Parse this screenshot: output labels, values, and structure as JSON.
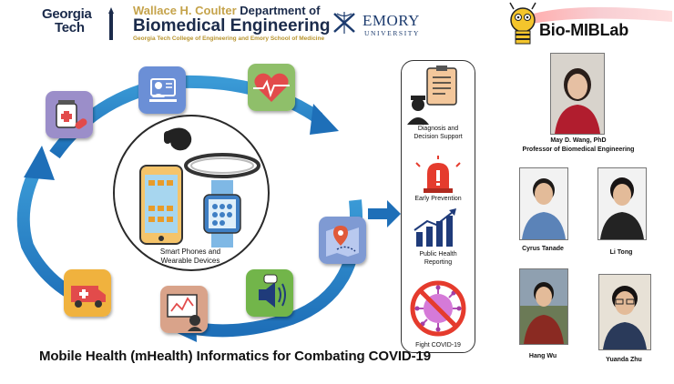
{
  "header": {
    "gt_line1": "Georgia",
    "gt_line2": "Tech",
    "dept_line1_prefix": "Wallace H. Coulter",
    "dept_line1_suffix": "Department of",
    "dept_line2": "Biomedical Engineering",
    "dept_line3": "Georgia Tech College of Engineering and Emory School of Medicine",
    "emory_name": "EMORY",
    "emory_sub": "UNIVERSITY",
    "lab_name": "Bio-MIBLab"
  },
  "diagram": {
    "center_label_line1": "Smart Phones and",
    "center_label_line2": "Wearable Devices",
    "tiles": [
      {
        "name": "medicine-icon",
        "color": "#9b8ec9"
      },
      {
        "name": "telemedicine-icon",
        "color": "#6b8fd6"
      },
      {
        "name": "heart-rate-icon",
        "color": "#8fbf6a"
      },
      {
        "name": "location-icon",
        "color": "#7f9ad3"
      },
      {
        "name": "alert-speaker-icon",
        "color": "#72b54a"
      },
      {
        "name": "monitoring-icon",
        "color": "#d9a38a"
      },
      {
        "name": "ambulance-icon",
        "color": "#f0b23e"
      }
    ],
    "outcomes": [
      {
        "line1": "Diagnosis and",
        "line2": "Decision Support"
      },
      {
        "line1": "Early Prevention",
        "line2": ""
      },
      {
        "line1": "Public Health",
        "line2": "Reporting"
      },
      {
        "line1": "Fight COVID-19",
        "line2": ""
      }
    ]
  },
  "title": "Mobile Health (mHealth) Informatics for Combating COVID-19",
  "people": [
    {
      "name": "May D. Wang, PhD",
      "role": "Professor of Biomedical Engineering"
    },
    {
      "name": "Cyrus Tanade"
    },
    {
      "name": "Li Tong"
    },
    {
      "name": "Hang Wu"
    },
    {
      "name": "Yuanda Zhu"
    }
  ]
}
